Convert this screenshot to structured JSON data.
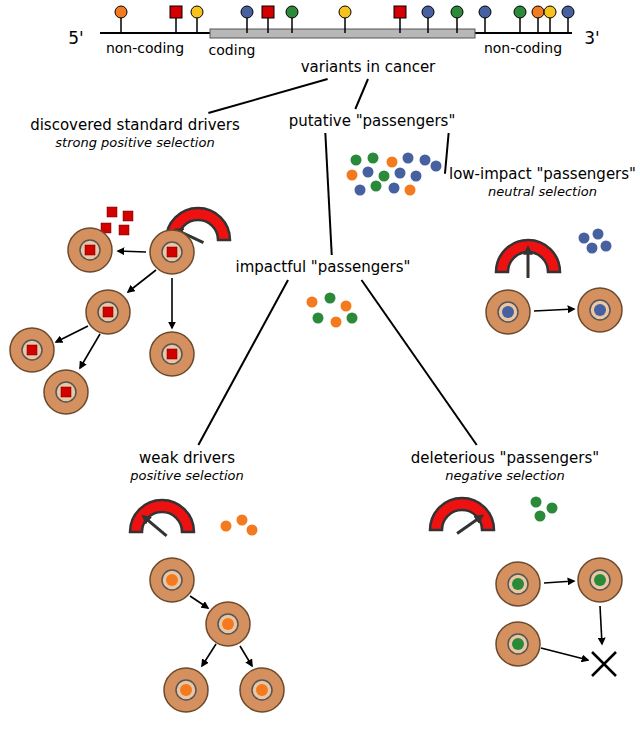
{
  "diagram": {
    "nodes": [
      {
        "text": [
          "variants in cancer"
        ]
      },
      {
        "text": [
          "discovered standard drivers",
          "strong positive selection"
        ]
      },
      {
        "text": [
          "putative \"passengers\""
        ]
      },
      {
        "text": [
          "low-impact \"passengers\"",
          "neutral selection"
        ]
      },
      {
        "text": [
          "impactful \"passengers\""
        ]
      },
      {
        "text": [
          "weak drivers",
          "positive selection"
        ]
      },
      {
        "text": [
          "deleterious \"passengers\"",
          "negative selection"
        ]
      }
    ],
    "edges": [
      {
        "from": 0,
        "to": 1,
        "arrow": "none"
      },
      {
        "from": 0,
        "to": 2,
        "arrow": "none"
      },
      {
        "from": 2,
        "to": 3,
        "arrow": "none"
      },
      {
        "from": 2,
        "to": 4,
        "arrow": "none"
      },
      {
        "from": 4,
        "to": 5,
        "arrow": "none"
      },
      {
        "from": 4,
        "to": 6,
        "arrow": "none"
      }
    ],
    "labels": [
      "5'",
      "3'",
      "non-coding",
      "coding",
      "non-coding"
    ]
  }
}
